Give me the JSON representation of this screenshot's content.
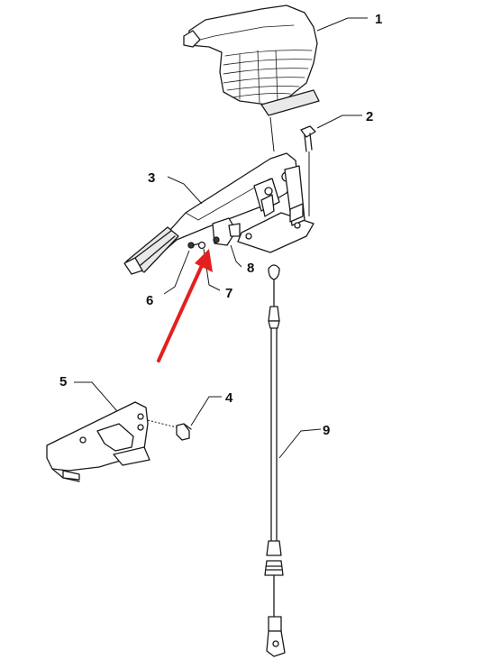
{
  "callouts": [
    {
      "id": "1",
      "label": "1"
    },
    {
      "id": "2",
      "label": "2"
    },
    {
      "id": "3",
      "label": "3"
    },
    {
      "id": "4",
      "label": "4"
    },
    {
      "id": "5",
      "label": "5"
    },
    {
      "id": "6",
      "label": "6"
    },
    {
      "id": "7",
      "label": "7"
    },
    {
      "id": "8",
      "label": "8"
    },
    {
      "id": "9",
      "label": "9"
    }
  ],
  "colors": {
    "line": "#1a1a1a",
    "highlight_arrow": "#e32020"
  }
}
